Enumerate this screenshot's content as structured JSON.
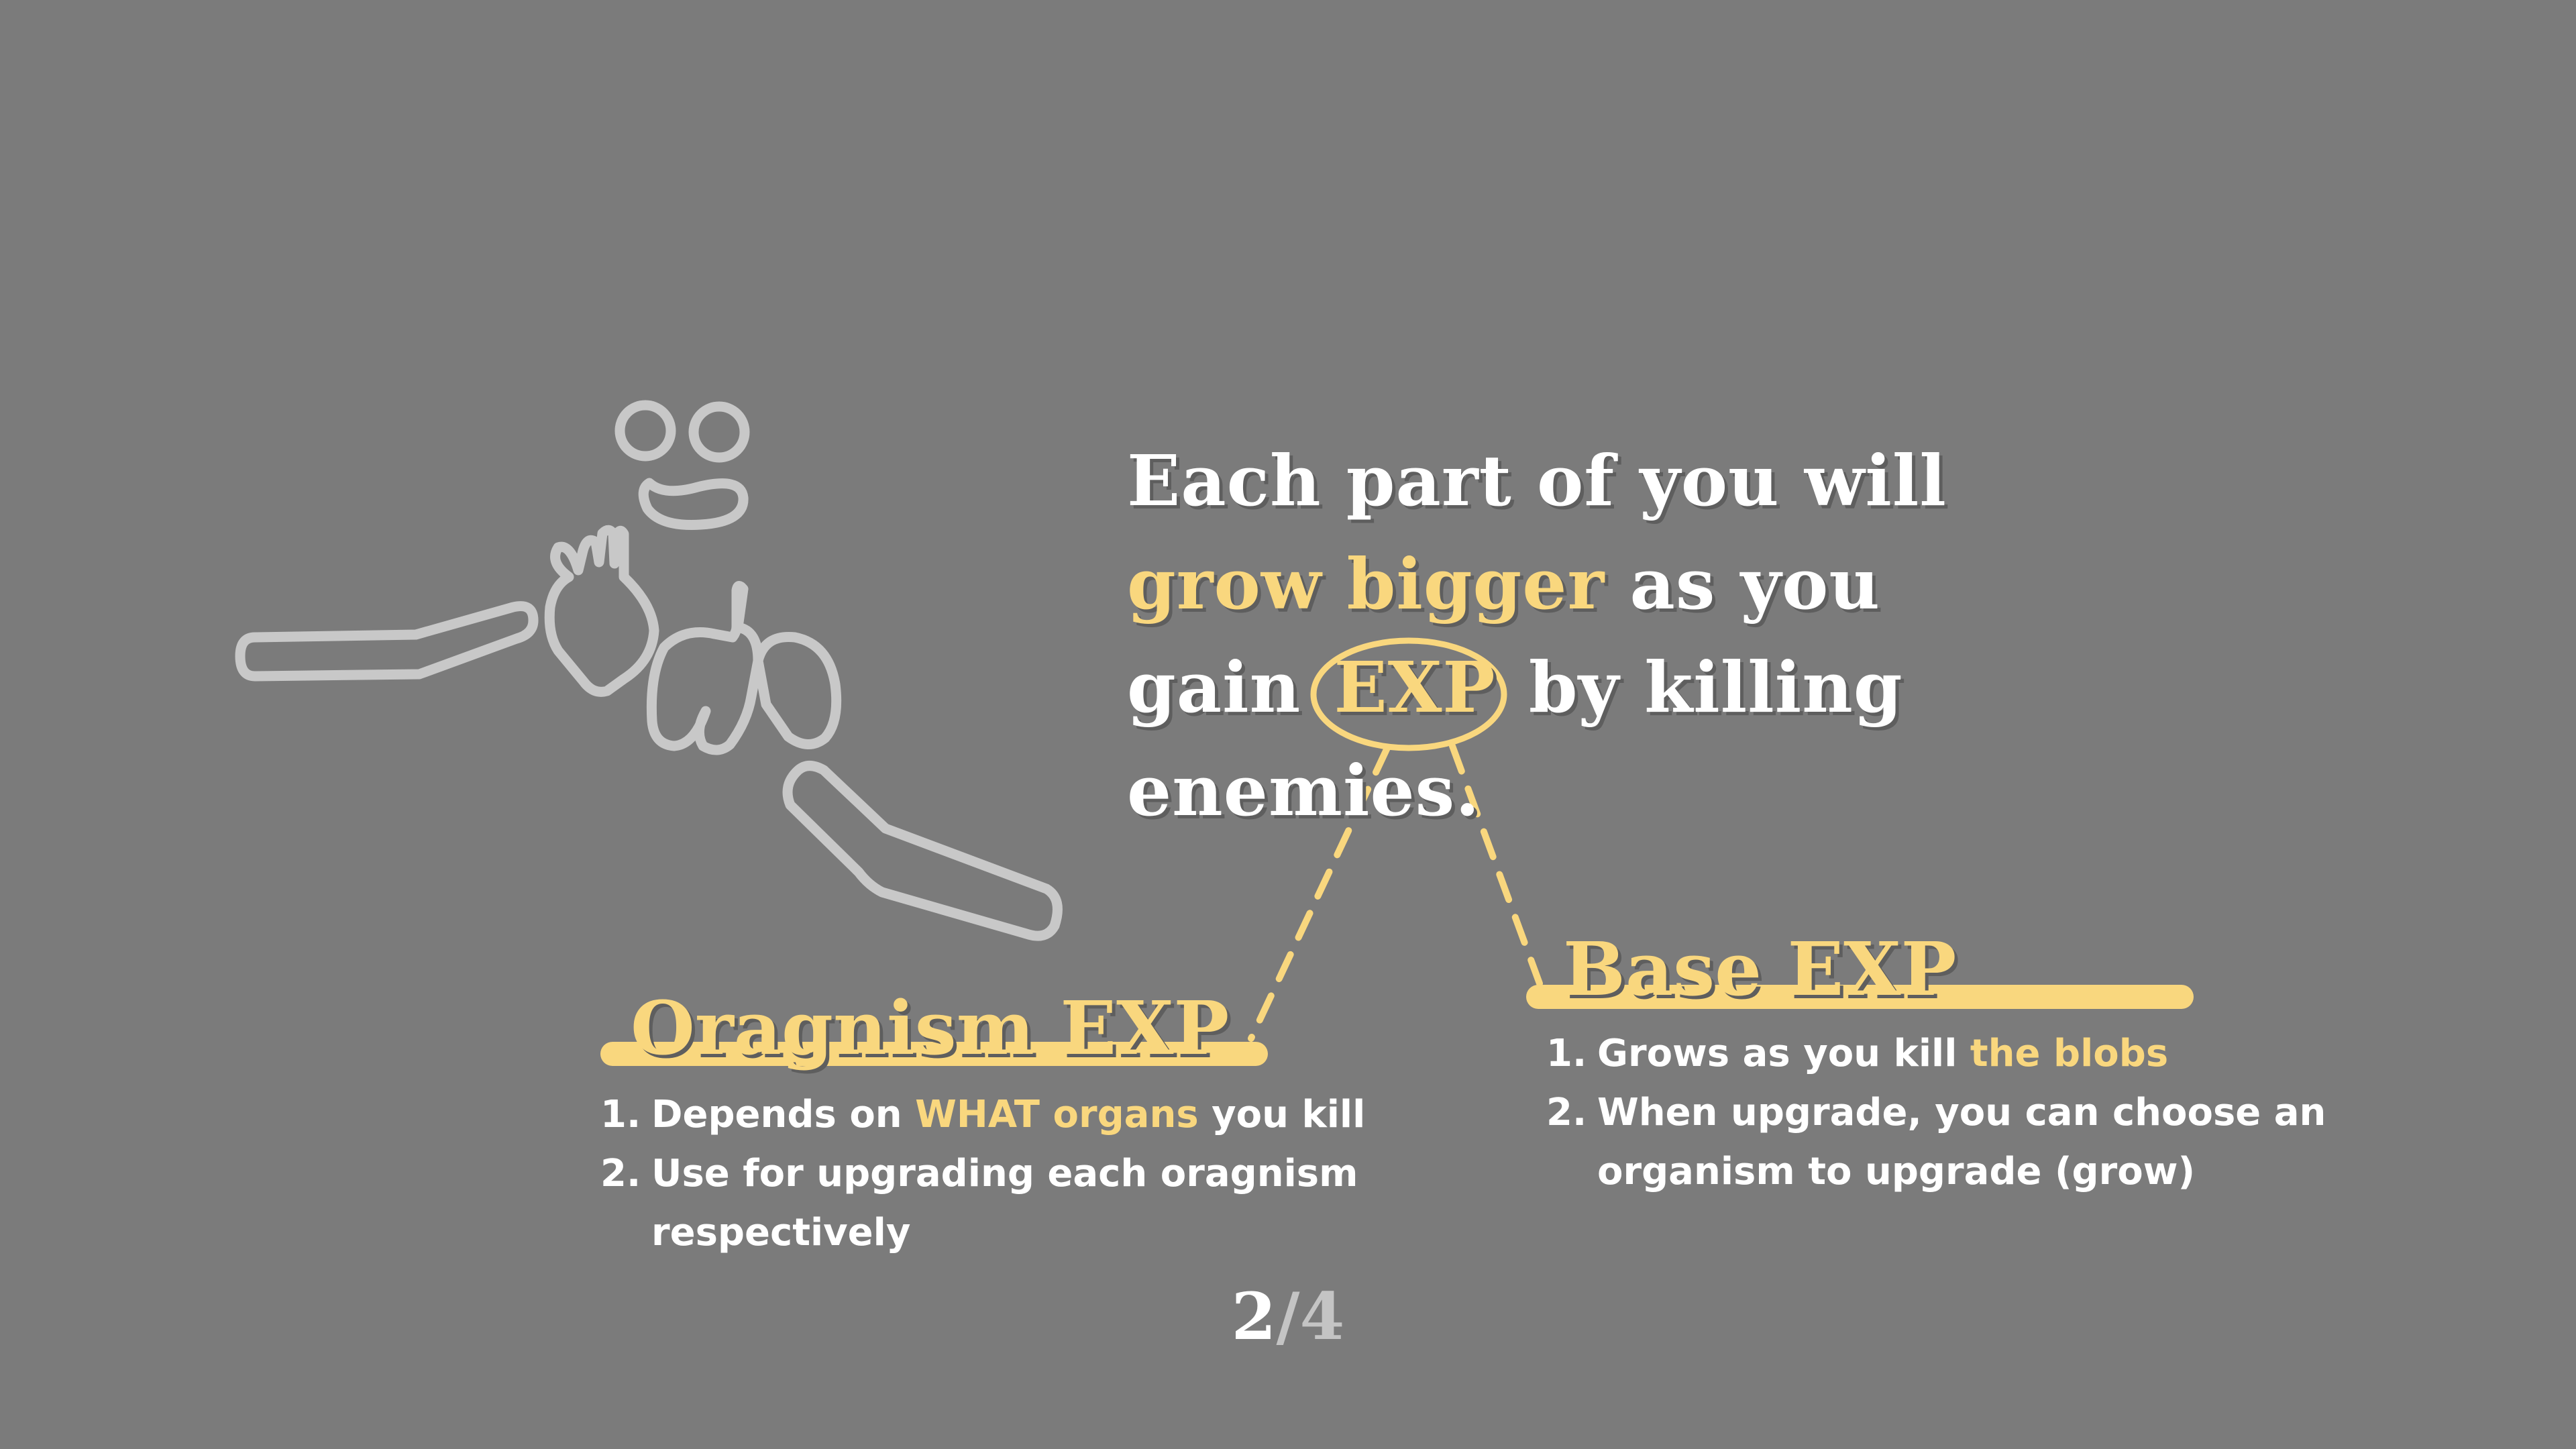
{
  "headline": {
    "line1": "Each part of you will",
    "line2_highlight": "grow bigger",
    "line2_rest": " as you",
    "line3_start": "gain",
    "line3_exp": "EXP",
    "line3_end": "by killing",
    "line4": "enemies."
  },
  "organism_exp": {
    "title": "Oragnism EXP",
    "items": [
      {
        "num": "1.",
        "pre": "Depends on ",
        "highlight": "WHAT organs",
        "post": " you kill"
      },
      {
        "num": "2.",
        "line1": "Use for upgrading each oragnism",
        "line2": "respectively"
      }
    ]
  },
  "base_exp": {
    "title": "Base EXP",
    "items": [
      {
        "num": "1.",
        "pre": "Grows as you kill ",
        "highlight": "the blobs"
      },
      {
        "num": "2.",
        "line1": "When upgrade, you can choose an",
        "line2": "organism to upgrade (grow)"
      }
    ]
  },
  "pagination": {
    "current": "2",
    "separator": "/",
    "total": "4"
  },
  "colors": {
    "background": "#7b7b7b",
    "accent": "#f9d77e",
    "text": "#ffffff",
    "outline": "#c8c8c8"
  }
}
